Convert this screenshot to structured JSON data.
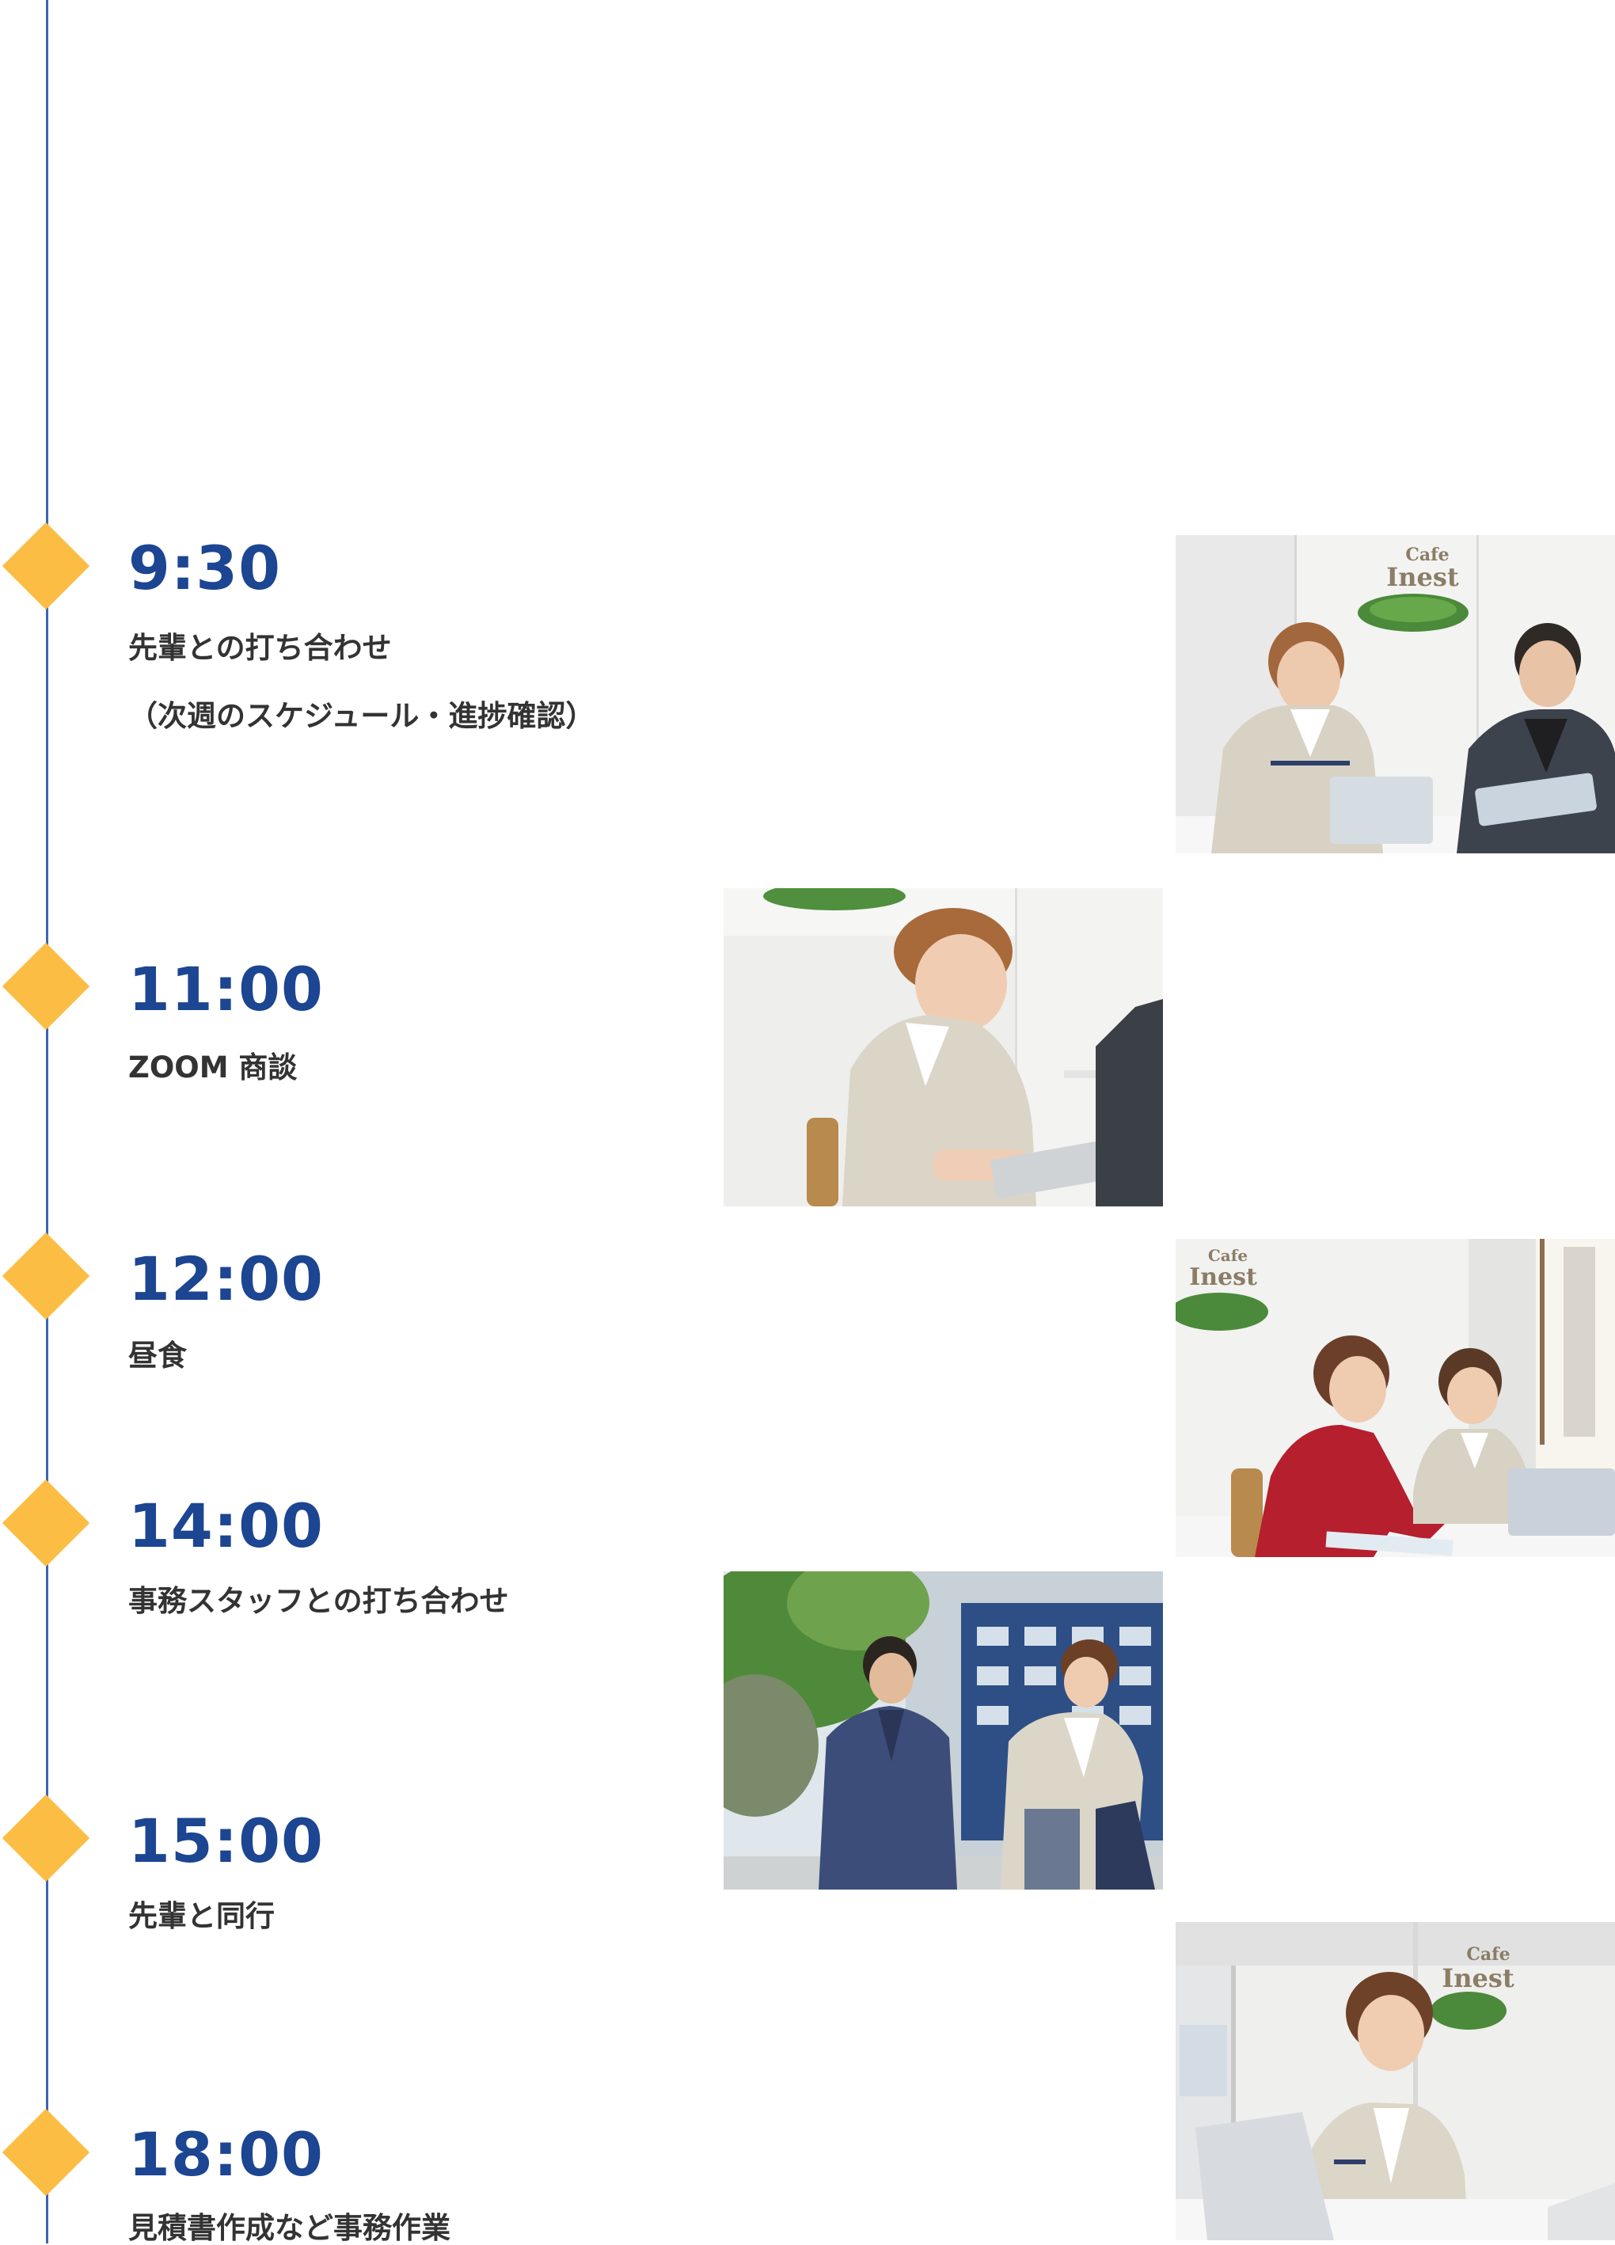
{
  "schedule": [
    {
      "time": "9:30",
      "lines": [
        "先輩との打ち合わせ",
        "（次週のスケジュール・進捗確認）"
      ]
    },
    {
      "time": "11:00",
      "lines": [
        "ZOOM 商談"
      ]
    },
    {
      "time": "12:00",
      "lines": [
        "昼食"
      ]
    },
    {
      "time": "14:00",
      "lines": [
        "事務スタッフとの打ち合わせ"
      ]
    },
    {
      "time": "15:00",
      "lines": [
        "先輩と同行"
      ]
    },
    {
      "time": "18:00",
      "lines": [
        "見積書作成など事務作業"
      ]
    }
  ],
  "photos": {
    "sign_line1": "Cafe",
    "sign_line2": "Inest"
  },
  "colors": {
    "accent_blue": "#1c4592",
    "timeline": "#3b64b3",
    "diamond": "#fbbd44",
    "text": "#333333"
  }
}
